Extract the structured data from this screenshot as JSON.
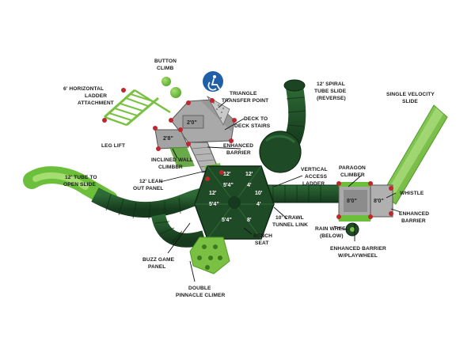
{
  "colors": {
    "lime": "#7ac143",
    "lime_dark": "#4f9a2a",
    "forest": "#1f4a26",
    "forest_dark": "#12301a",
    "deck_gray": "#a9a9a9",
    "post_red": "#c0262d",
    "access_blue": "#1f5fa8"
  },
  "icons": {
    "accessibility": "wheelchair-access-icon"
  },
  "labels": {
    "button_climb": [
      "BUTTON",
      "CLIMB"
    ],
    "horizontal_ladder": [
      "6' HORIZONTAL",
      "LADDER",
      "ATTACHMENT"
    ],
    "triangle_transfer": [
      "TRIANGLE",
      "TRANSFER POINT"
    ],
    "spiral_slide": [
      "12' SPIRAL",
      "TUBE SLIDE",
      "(REVERSE)"
    ],
    "velocity_slide": [
      "SINGLE VELOCITY",
      "SLIDE"
    ],
    "deck_stairs": [
      "DECK TO",
      "DECK STAIRS"
    ],
    "leg_lift": [
      "LEG LIFT"
    ],
    "enhanced_barrier_1": [
      "ENHANCED",
      "BARRIER"
    ],
    "inclined_wall": [
      "INCLINED WALL",
      "CLIMBER"
    ],
    "tube_open_slide": [
      "12' TUBE TO",
      "OPEN SLIDE"
    ],
    "lean_out": [
      "12' LEAN",
      "OUT PANEL"
    ],
    "vertical_ladder": [
      "VERTICAL",
      "ACCESS",
      "LADDER"
    ],
    "paragon": [
      "PARAGON",
      "CLIMBER"
    ],
    "whistle": [
      "WHISTLE"
    ],
    "enhanced_barrier_2": [
      "ENHANCED",
      "BARRIER"
    ],
    "crawl_tunnel": [
      "10' CRAWL",
      "TUNNEL LINK"
    ],
    "rain_wheel": [
      "RAIN WHEEL",
      "(BELOW)"
    ],
    "bench_seat": [
      "BENCH",
      "SEAT"
    ],
    "enhanced_barrier_playwheel": [
      "ENHANCED BARRIER",
      "W/PLAYWHEEL"
    ],
    "buzz_game": [
      "BUZZ GAME",
      "PANEL"
    ],
    "double_pinnacle": [
      "DOUBLE",
      "PINNACLE CLIMER"
    ]
  },
  "deck_heights": {
    "hex": [
      "12'",
      "12'",
      "5'4\"",
      "4'",
      "12'",
      "10'",
      "5'4\"",
      "4'",
      "5'4\"",
      "8'"
    ],
    "upper_deck": "2'0\"",
    "lower_deck": "2'8\"",
    "right_deck_1": "8'0\"",
    "right_deck_2": "8'0\""
  }
}
